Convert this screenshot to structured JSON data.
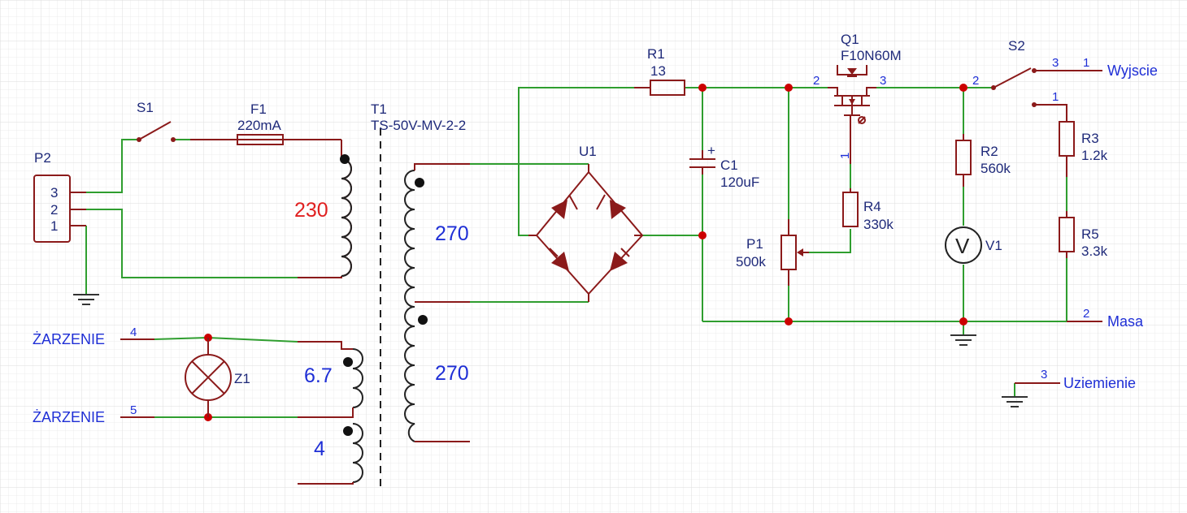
{
  "colors": {
    "wire": "#2f9e2f",
    "component": "#8b1a1a",
    "junction": "#cc0000",
    "label": "#1f2a7a",
    "net_label": "#1f2fd6",
    "primary_value": "#e02020"
  },
  "components": {
    "P2": {
      "ref": "P2",
      "pins": [
        "3",
        "2",
        "1"
      ]
    },
    "S1": {
      "ref": "S1"
    },
    "F1": {
      "ref": "F1",
      "value": "220mA"
    },
    "T1": {
      "ref": "T1",
      "value": "TS-50V-MV-2-2",
      "windings": {
        "primary": "230",
        "sec1": "270",
        "sec2": "270",
        "heater1": "6.7",
        "heater2": "4"
      }
    },
    "U1": {
      "ref": "U1"
    },
    "R1": {
      "ref": "R1",
      "value": "13"
    },
    "C1": {
      "ref": "C1",
      "value": "120uF",
      "polarity": "+"
    },
    "Q1": {
      "ref": "Q1",
      "value": "F10N60M",
      "pins": {
        "gate": "1",
        "drain": "2",
        "source": "3"
      }
    },
    "P1": {
      "ref": "P1",
      "value": "500k"
    },
    "R4": {
      "ref": "R4",
      "value": "330k"
    },
    "R2": {
      "ref": "R2",
      "value": "560k"
    },
    "V1": {
      "ref": "V1",
      "symbol": "V"
    },
    "S2": {
      "ref": "S2",
      "pins": {
        "common": "2",
        "a": "3",
        "b": "1"
      }
    },
    "R3": {
      "ref": "R3",
      "value": "1.2k"
    },
    "R5": {
      "ref": "R5",
      "value": "3.3k"
    },
    "Z1": {
      "ref": "Z1"
    }
  },
  "nets": {
    "zarzenie_a": {
      "label": "ŻARZENIE",
      "pin": "4"
    },
    "zarzenie_b": {
      "label": "ŻARZENIE",
      "pin": "5"
    },
    "wyjscie": {
      "label": "Wyjscie",
      "pin": "1"
    },
    "masa": {
      "label": "Masa",
      "pin": "2"
    },
    "uziemienie": {
      "label": "Uziemienie",
      "pin": "3"
    }
  }
}
